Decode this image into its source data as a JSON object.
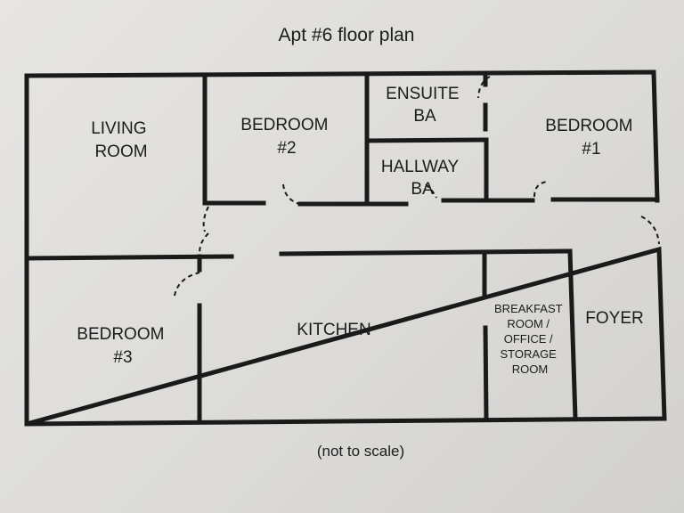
{
  "title": "Apt #6 floor plan",
  "note": "(not to scale)",
  "rooms": {
    "living_room": [
      "LIVING",
      "ROOM"
    ],
    "bedroom_2": [
      "BEDROOM",
      "#2"
    ],
    "ensuite_bath": [
      "ENSUITE",
      "BA"
    ],
    "hallway_bath": [
      "HALLWAY",
      "BA"
    ],
    "bedroom_1": [
      "BEDROOM",
      "#1"
    ],
    "bedroom_3": [
      "BEDROOM",
      "#3"
    ],
    "kitchen": [
      "KITCHEN"
    ],
    "breakfast_room": [
      "BREAKFAST",
      "ROOM /",
      "OFFICE /",
      "STORAGE",
      "ROOM"
    ],
    "foyer": [
      "FOYER"
    ]
  },
  "colors": {
    "paper": "#dedddb",
    "ink": "#1a1a1a"
  }
}
